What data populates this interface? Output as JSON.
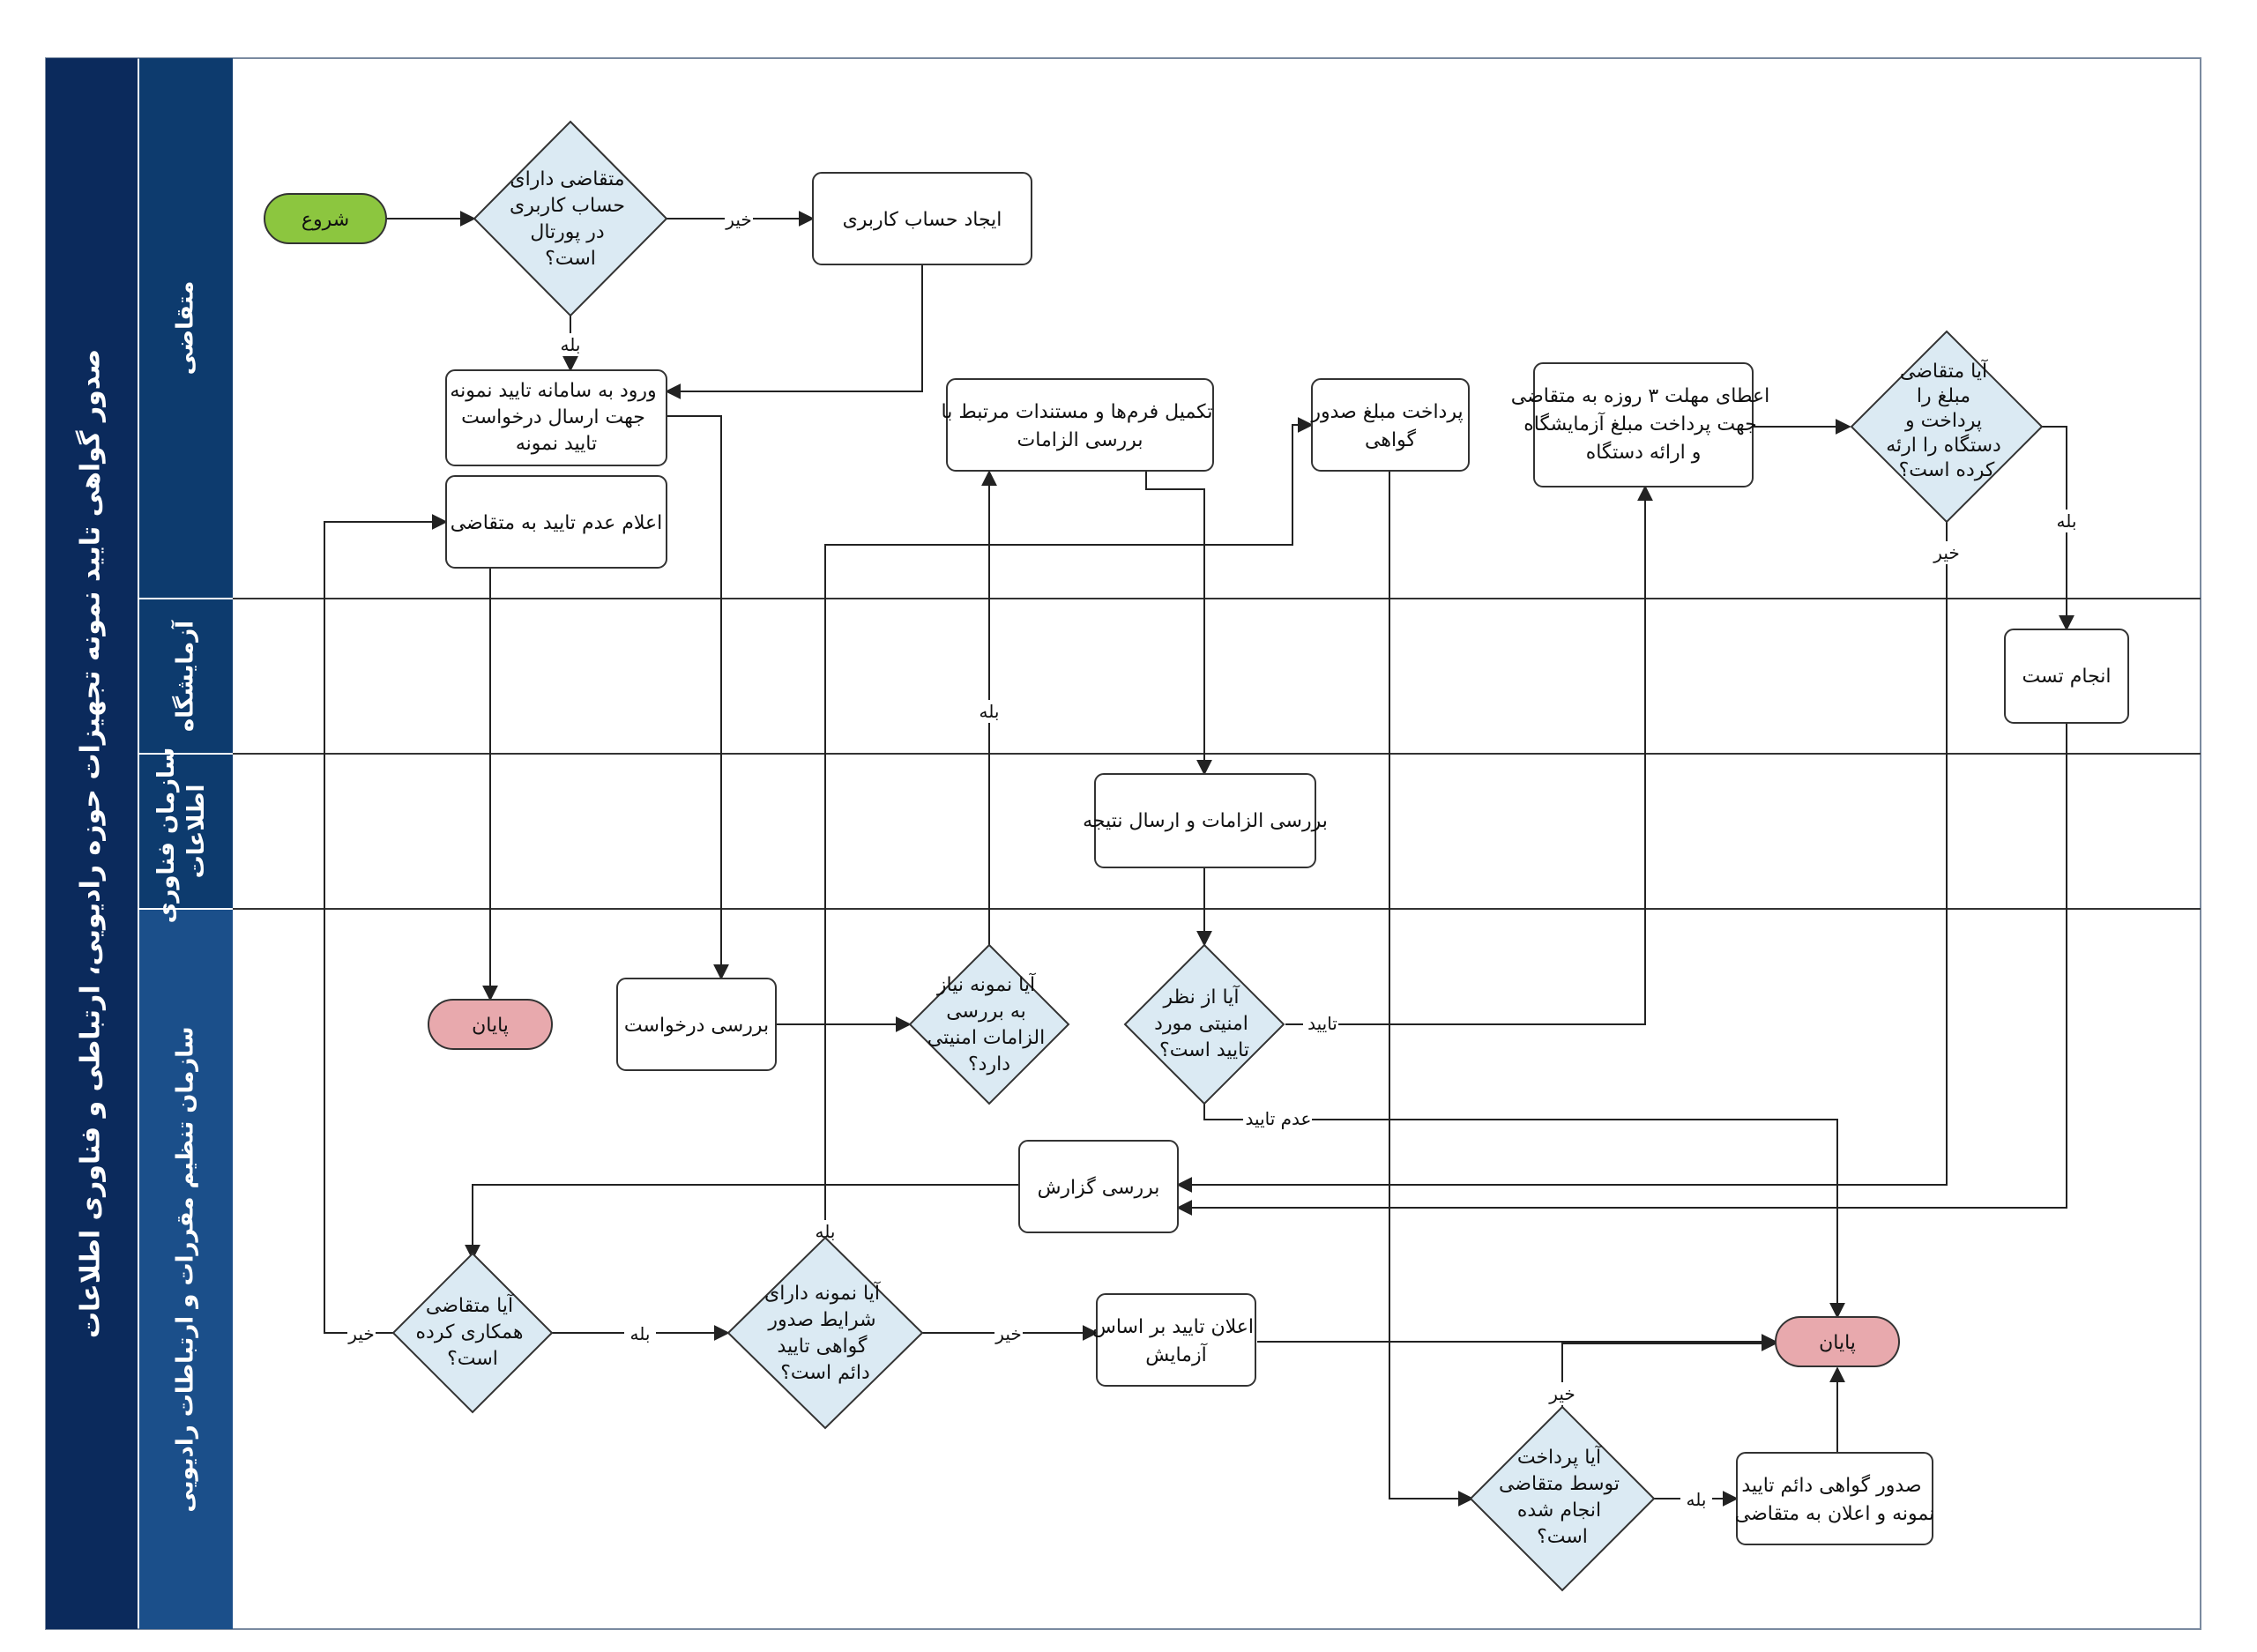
{
  "diagram": {
    "title": "صدور گواهی تایید نمونه تجهیزات حوزه رادیویی، ارتباطی و فناوری اطلاعات",
    "lanes": [
      {
        "id": "applicant",
        "label": "متقاضی"
      },
      {
        "id": "lab",
        "label": "آزمایشگاه"
      },
      {
        "id": "ito",
        "label": [
          "سازمان فناوری",
          "اطلاعات"
        ]
      },
      {
        "id": "cra",
        "label": "سازمان تنظیم مقررات و ارتباطات رادیویی"
      }
    ],
    "nodes": {
      "start": {
        "type": "terminal-start",
        "text": [
          "شروع"
        ]
      },
      "has_account": {
        "type": "decision",
        "text": [
          "متقاضی دارای",
          "حساب کاربری",
          "در پورتال",
          "است؟"
        ]
      },
      "create_account": {
        "type": "process",
        "text": [
          "ایجاد حساب کاربری"
        ]
      },
      "login": {
        "type": "process",
        "text": [
          "ورود به سامانه تایید نمونه",
          "جهت ارسال درخواست",
          "تایید نمونه"
        ]
      },
      "notify_reject": {
        "type": "process",
        "text": [
          "اعلام عدم تایید به متقاضی"
        ]
      },
      "complete_forms": {
        "type": "process",
        "text": [
          "تکمیل فرم‌ها و مستندات مرتبط با",
          "بررسی الزامات"
        ]
      },
      "pay_fee": {
        "type": "process",
        "text": [
          "پرداخت مبلغ صدور",
          "گواهی"
        ]
      },
      "grant_deadline": {
        "type": "process",
        "text": [
          "اعطای مهلت ۳ روزه به متقاضی",
          "جهت پرداخت مبلغ آزمایشگاه",
          "و ارائه دستگاه"
        ]
      },
      "paid_lab": {
        "type": "decision",
        "text": [
          "آیا متقاضی",
          "مبلغ را",
          "پرداخت و",
          "دستگاه را ارئه",
          "کرده است؟"
        ]
      },
      "run_test": {
        "type": "process",
        "text": [
          "انجام تست"
        ]
      },
      "check_requirements": {
        "type": "process",
        "text": [
          "بررسی الزامات و ارسال نتیجه"
        ]
      },
      "end1": {
        "type": "terminal-end",
        "text": [
          "پایان"
        ]
      },
      "review_request": {
        "type": "process",
        "text": [
          "بررسی درخواست"
        ]
      },
      "needs_security": {
        "type": "decision",
        "text": [
          "آیا نمونه نیاز",
          "به بررسی",
          "الزامات امنیتی",
          "دارد؟"
        ]
      },
      "security_ok": {
        "type": "decision",
        "text": [
          "آیا از نظر",
          "امنیتی مورد",
          "تایید است؟"
        ]
      },
      "review_report": {
        "type": "process",
        "text": [
          "بررسی گزارش"
        ]
      },
      "cooperated": {
        "type": "decision",
        "text": [
          "آیا متقاضی",
          "همکاری کرده",
          "است؟"
        ]
      },
      "permanent_eligible": {
        "type": "decision",
        "text": [
          "آیا نمونه دارای",
          "شرایط صدور",
          "گواهی تایید",
          "دائم است؟"
        ]
      },
      "announce_test": {
        "type": "process",
        "text": [
          "اعلان تایید بر اساس",
          "آزمایش"
        ]
      },
      "end2": {
        "type": "terminal-end",
        "text": [
          "پایان"
        ]
      },
      "paid_cert": {
        "type": "decision",
        "text": [
          "آیا پرداخت",
          "توسط متقاضی",
          "انجام شده",
          "است؟"
        ]
      },
      "issue_permanent": {
        "type": "process",
        "text": [
          "صدور گواهی دائم تایید",
          "نمونه و اعلان به متقاضی"
        ]
      }
    },
    "edge_labels": {
      "no": "خیر",
      "yes": "بله",
      "approved": "تایید",
      "not_approved": "عدم تایید"
    }
  },
  "colors": {
    "title_band": "#0b2a5c",
    "lane_band": "#0d3b6e",
    "lane_band_bottom": "#1b4f8a",
    "decision_fill": "#dbeaf3",
    "start_fill": "#8cc63f",
    "end_fill": "#e8a9ad"
  }
}
